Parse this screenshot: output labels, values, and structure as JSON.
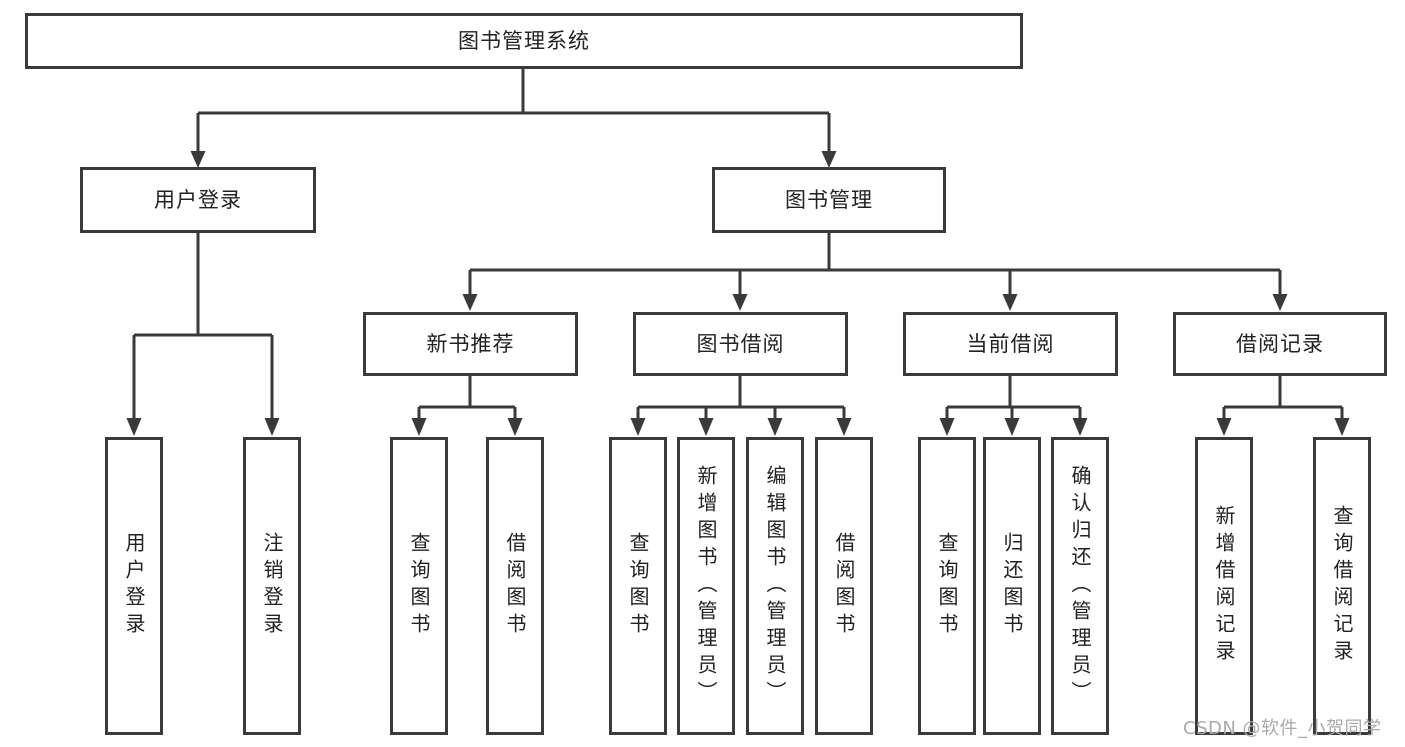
{
  "tree": {
    "root": {
      "label": "图书管理系统"
    },
    "branches": [
      {
        "label": "用户登录",
        "leaves": [
          {
            "label": "用户登录"
          },
          {
            "label": "注销登录"
          }
        ]
      },
      {
        "label": "图书管理",
        "groups": [
          {
            "label": "新书推荐",
            "leaves": [
              {
                "label": "查询图书"
              },
              {
                "label": "借阅图书"
              }
            ]
          },
          {
            "label": "图书借阅",
            "leaves": [
              {
                "label": "查询图书"
              },
              {
                "label": "新增图书（管理员）"
              },
              {
                "label": "编辑图书（管理员）"
              },
              {
                "label": "借阅图书"
              }
            ]
          },
          {
            "label": "当前借阅",
            "leaves": [
              {
                "label": "查询图书"
              },
              {
                "label": "归还图书"
              },
              {
                "label": "确认归还（管理员）"
              }
            ]
          },
          {
            "label": "借阅记录",
            "leaves": [
              {
                "label": "新增借阅记录"
              },
              {
                "label": "查询借阅记录"
              }
            ]
          }
        ]
      }
    ]
  },
  "watermark": {
    "text": "CSDN @软件_小贺同学"
  },
  "colors": {
    "line": "#3a3a3a",
    "text": "#222222",
    "box_bg": "#ffffff",
    "watermark": "#aaaaaa"
  }
}
